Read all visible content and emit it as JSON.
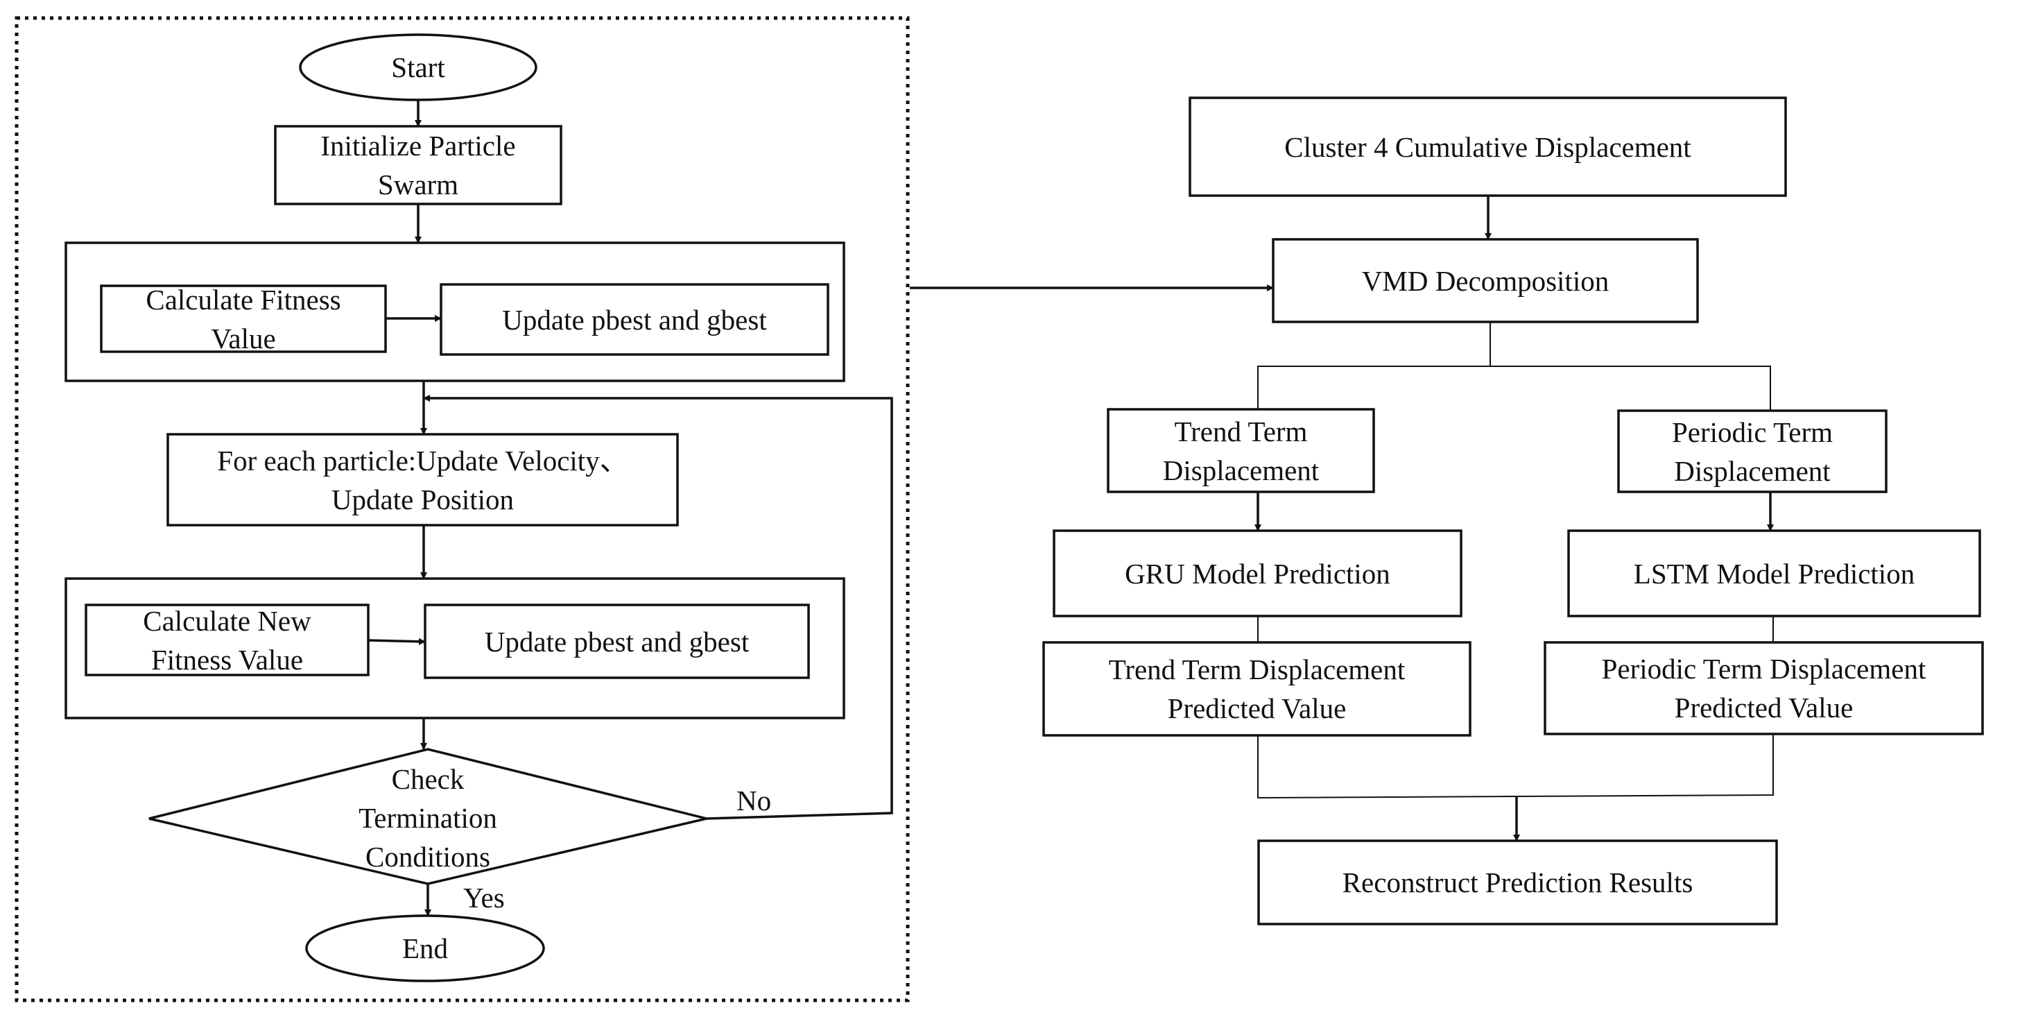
{
  "colors": {
    "line": "#111111",
    "background": "#ffffff"
  },
  "pso": {
    "start": "Start",
    "init": [
      "Initialize Particle",
      "Swarm"
    ],
    "calc_fitness": [
      "Calculate Fitness",
      "Value"
    ],
    "update_best_1": "Update pbest and gbest",
    "update_particle": [
      "For each particle:Update Velocity、",
      "Update Position"
    ],
    "calc_new_fitness": [
      "Calculate New",
      "Fitness Value"
    ],
    "update_best_2": "Update pbest and gbest",
    "check": [
      "Check",
      "Termination",
      "Conditions"
    ],
    "no_label": "No",
    "yes_label": "Yes",
    "end": "End"
  },
  "pipeline": {
    "cumulative": "Cluster 4 Cumulative Displacement",
    "vmd": "VMD Decomposition",
    "trend": [
      "Trend Term",
      "Displacement"
    ],
    "periodic": [
      "Periodic Term",
      "Displacement"
    ],
    "gru": "GRU Model Prediction",
    "lstm": "LSTM Model Prediction",
    "trend_pred": [
      "Trend Term Displacement",
      "Predicted Value"
    ],
    "periodic_pred": [
      "Periodic Term Displacement",
      "Predicted Value"
    ],
    "reconstruct": "Reconstruct Prediction Results"
  }
}
